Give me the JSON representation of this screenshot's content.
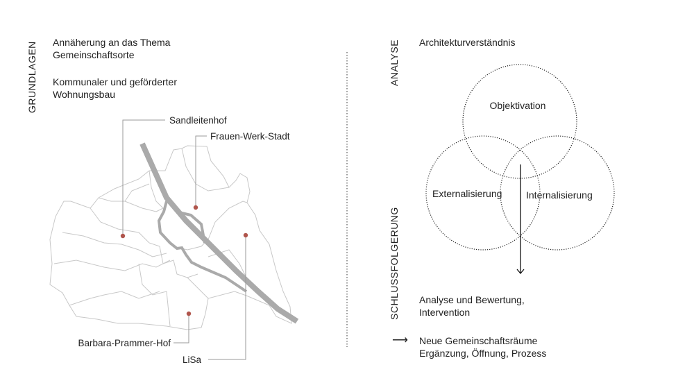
{
  "left": {
    "section_label": "GRUNDLAGEN",
    "topic1_line1": "Annäherung an das Thema",
    "topic1_line2": "Gemeinschaftsorte",
    "topic2_line1": "Kommunaler und geförderter",
    "topic2_line2": "Wohnungsbau",
    "map_labels": {
      "sandleitenhof": "Sandleitenhof",
      "frauen_werk_stadt": "Frauen-Werk-Stadt",
      "barbara_prammer_hof": "Barbara-Prammer-Hof",
      "lisa": "LiSa"
    }
  },
  "right": {
    "analyse_label": "ANALYSE",
    "conclusion_label": "SCHLUSSFOLGERUNG",
    "heading": "Architekturverständnis",
    "circles": {
      "top": "Objektivation",
      "left": "Externalisierung",
      "right": "Internalisierung"
    },
    "result_line1": "Analyse und Bewertung,",
    "result_line2": "Intervention",
    "outcome_arrow": "⟶",
    "outcome_line1": "Neue Gemeinschaftsräume",
    "outcome_line2": "Ergänzung, Öffnung, Prozess"
  },
  "colors": {
    "marker": "#b0554c",
    "river": "#aaaaaa",
    "borders": "#c8c8c8"
  }
}
